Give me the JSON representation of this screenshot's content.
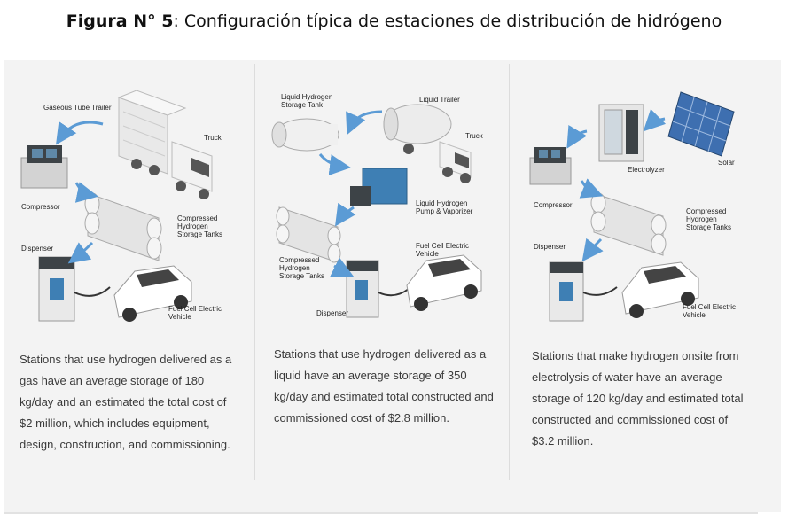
{
  "figure": {
    "label": "Figura N° 5",
    "separator": ":",
    "title": "Configuración típica de estaciones de distribución de hidrógeno"
  },
  "panels": [
    {
      "labels": {
        "trailer": "Gaseous Tube Trailer",
        "truck": "Truck",
        "compressor": "Compressor",
        "storage": [
          "Compressed",
          "Hydrogen",
          "Storage Tanks"
        ],
        "dispenser": "Dispenser",
        "vehicle": [
          "Fuel Cell Electric",
          "Vehicle"
        ]
      },
      "description": "Stations that use hydrogen delivered as a gas have an average storage of 180 kg/day and an estimated the total cost of $2 million, which includes equipment, design, construction, and commissioning."
    },
    {
      "labels": {
        "tank": [
          "Liquid Hydrogen",
          "Storage Tank"
        ],
        "trailer": "Liquid Trailer",
        "truck": "Truck",
        "pump": [
          "Liquid Hydrogen",
          "Pump & Vaporizer"
        ],
        "storage": [
          "Compressed",
          "Hydrogen",
          "Storage Tanks"
        ],
        "vehicle": [
          "Fuel Cell Electric",
          "Vehicle"
        ],
        "dispenser": "Dispenser"
      },
      "description": "Stations that use hydrogen delivered as a liquid have an average storage of 350 kg/day and estimated total constructed and commissioned cost of $2.8 million."
    },
    {
      "labels": {
        "electrolyzer": "Electrolyzer",
        "solar": "Solar",
        "compressor": "Compressor",
        "storage": [
          "Compressed",
          "Hydrogen",
          "Storage Tanks"
        ],
        "dispenser": "Dispenser",
        "vehicle": [
          "Fuel Cell Electric",
          "Vehicle"
        ]
      },
      "description": "Stations that make hydrogen onsite from electrolysis of water have an average storage of 120 kg/day and estimated total constructed and commissioned cost of $3.2 million."
    }
  ],
  "colors": {
    "background": "#f3f3f3",
    "arrow": "#5b9bd5",
    "equipment": "#e6e6e6",
    "dark": "#3d4347",
    "accent": "#3e7fb4"
  }
}
